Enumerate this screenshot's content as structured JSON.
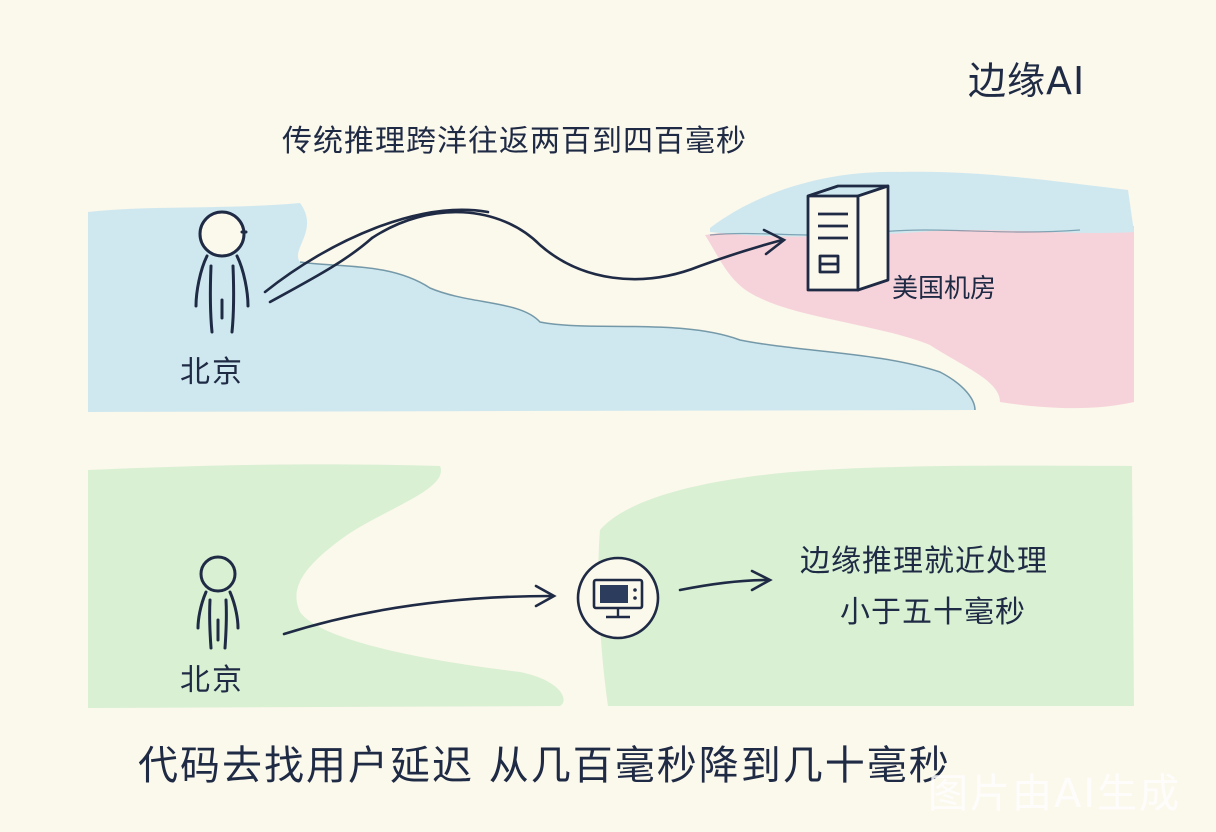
{
  "title": "边缘AI",
  "top_scenario": {
    "caption": "传统推理跨洋往返两百到四百毫秒",
    "user_label": "北京",
    "server_label": "美国机房"
  },
  "bottom_scenario": {
    "user_label": "北京",
    "edge_line_1": "边缘推理就近处理",
    "edge_line_2": "小于五十毫秒"
  },
  "bottom_caption": "代码去找用户延迟 从几百毫秒降到几十毫秒",
  "watermark": "图片由AI生成",
  "colors": {
    "background": "#fbf8ec",
    "sea_blue": "#cfe8ef",
    "land_pink": "#f6d3da",
    "land_green": "#d9f0d3",
    "ink": "#1f2a44"
  },
  "icons": [
    "person-icon",
    "server-tower-icon",
    "edge-device-icon",
    "arrow-icon"
  ]
}
